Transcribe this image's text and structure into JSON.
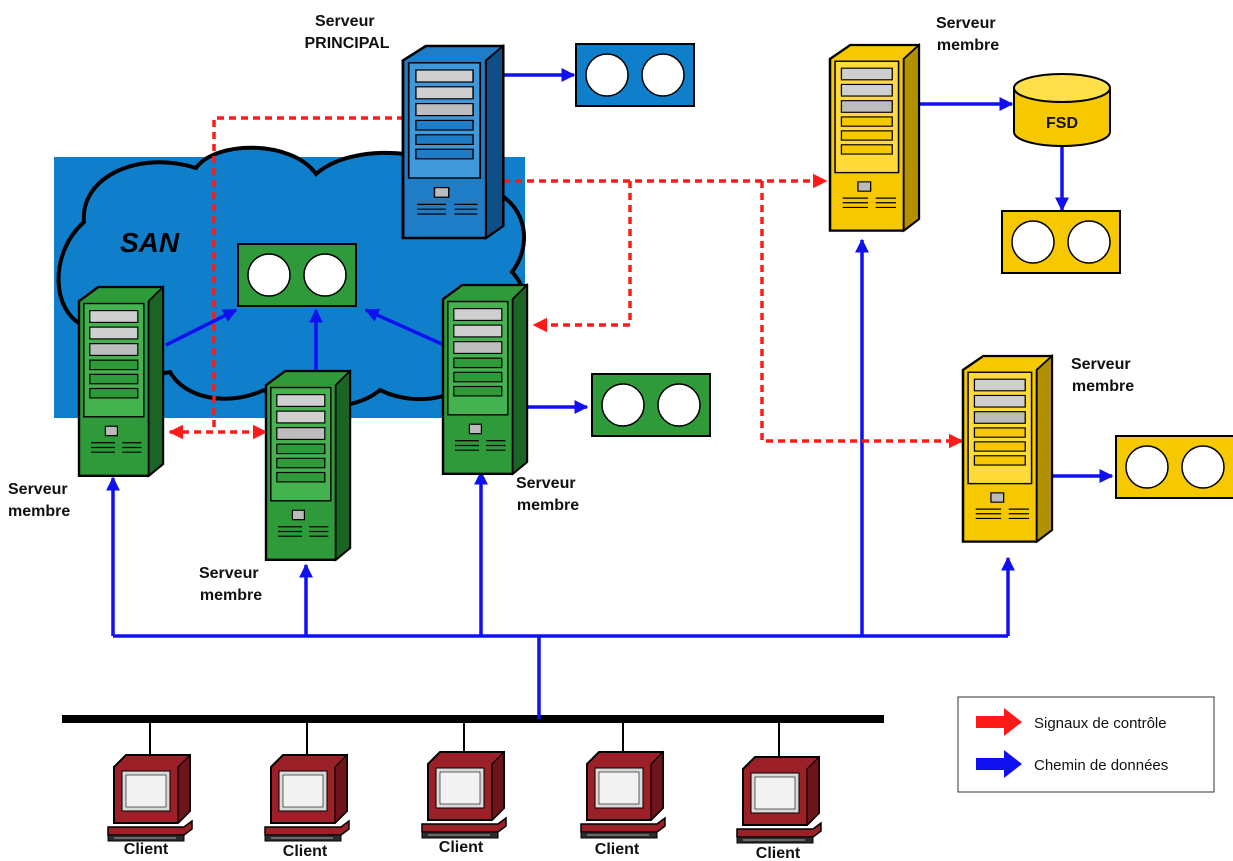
{
  "san_label": "SAN",
  "servers": {
    "principal": {
      "line1": "Serveur",
      "line2": "PRINCIPAL"
    },
    "member_left": {
      "line1": "Serveur",
      "line2": "membre"
    },
    "member_mid": {
      "line1": "Serveur",
      "line2": "membre"
    },
    "member_right": {
      "line1": "Serveur",
      "line2": "membre"
    },
    "member_yellow_top": {
      "line1": "Serveur",
      "line2": "membre"
    },
    "member_yellow_bottom": {
      "line1": "Serveur",
      "line2": "membre"
    }
  },
  "fsd_label": "FSD",
  "clients": [
    "Client",
    "Client",
    "Client",
    "Client",
    "Client"
  ],
  "legend": {
    "control": "Signaux de contrôle",
    "data": "Chemin de données"
  },
  "colors": {
    "san_blue": "#0F7FCB",
    "server_blue": "#1E7DC6",
    "server_green": "#2E9A3A",
    "server_yellow": "#F5C800",
    "data_arrow": "#1010F0",
    "control_arrow": "#FF1A1A",
    "client_red": "#9B2028"
  },
  "icons": [
    "server-icon",
    "storage-icon",
    "client-computer-icon",
    "cloud-icon",
    "database-icon"
  ]
}
